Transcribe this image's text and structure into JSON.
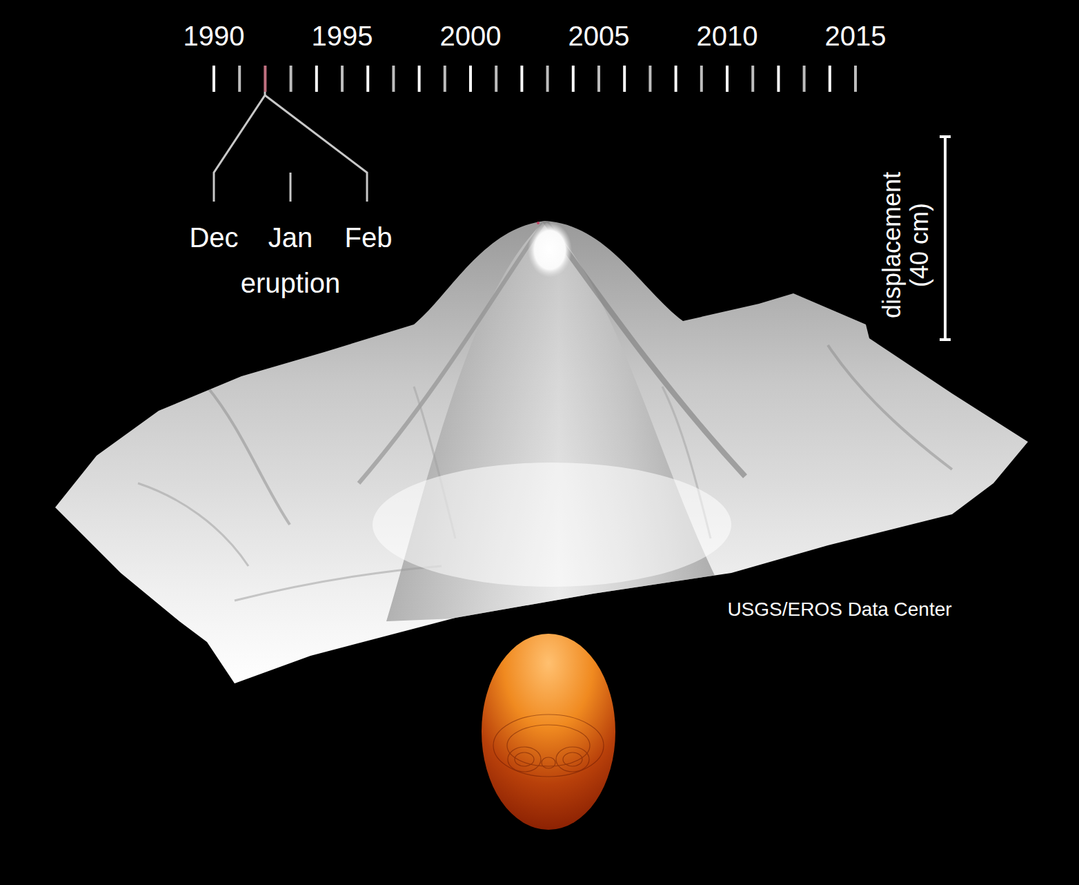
{
  "diagram": {
    "labels": [
      "1990",
      "1995",
      "2000",
      "2005",
      "2010",
      "2015",
      "Dec",
      "Jan",
      "Feb",
      "eruption",
      "displacement (40 cm)",
      "USGS/EROS Data Center"
    ]
  }
}
